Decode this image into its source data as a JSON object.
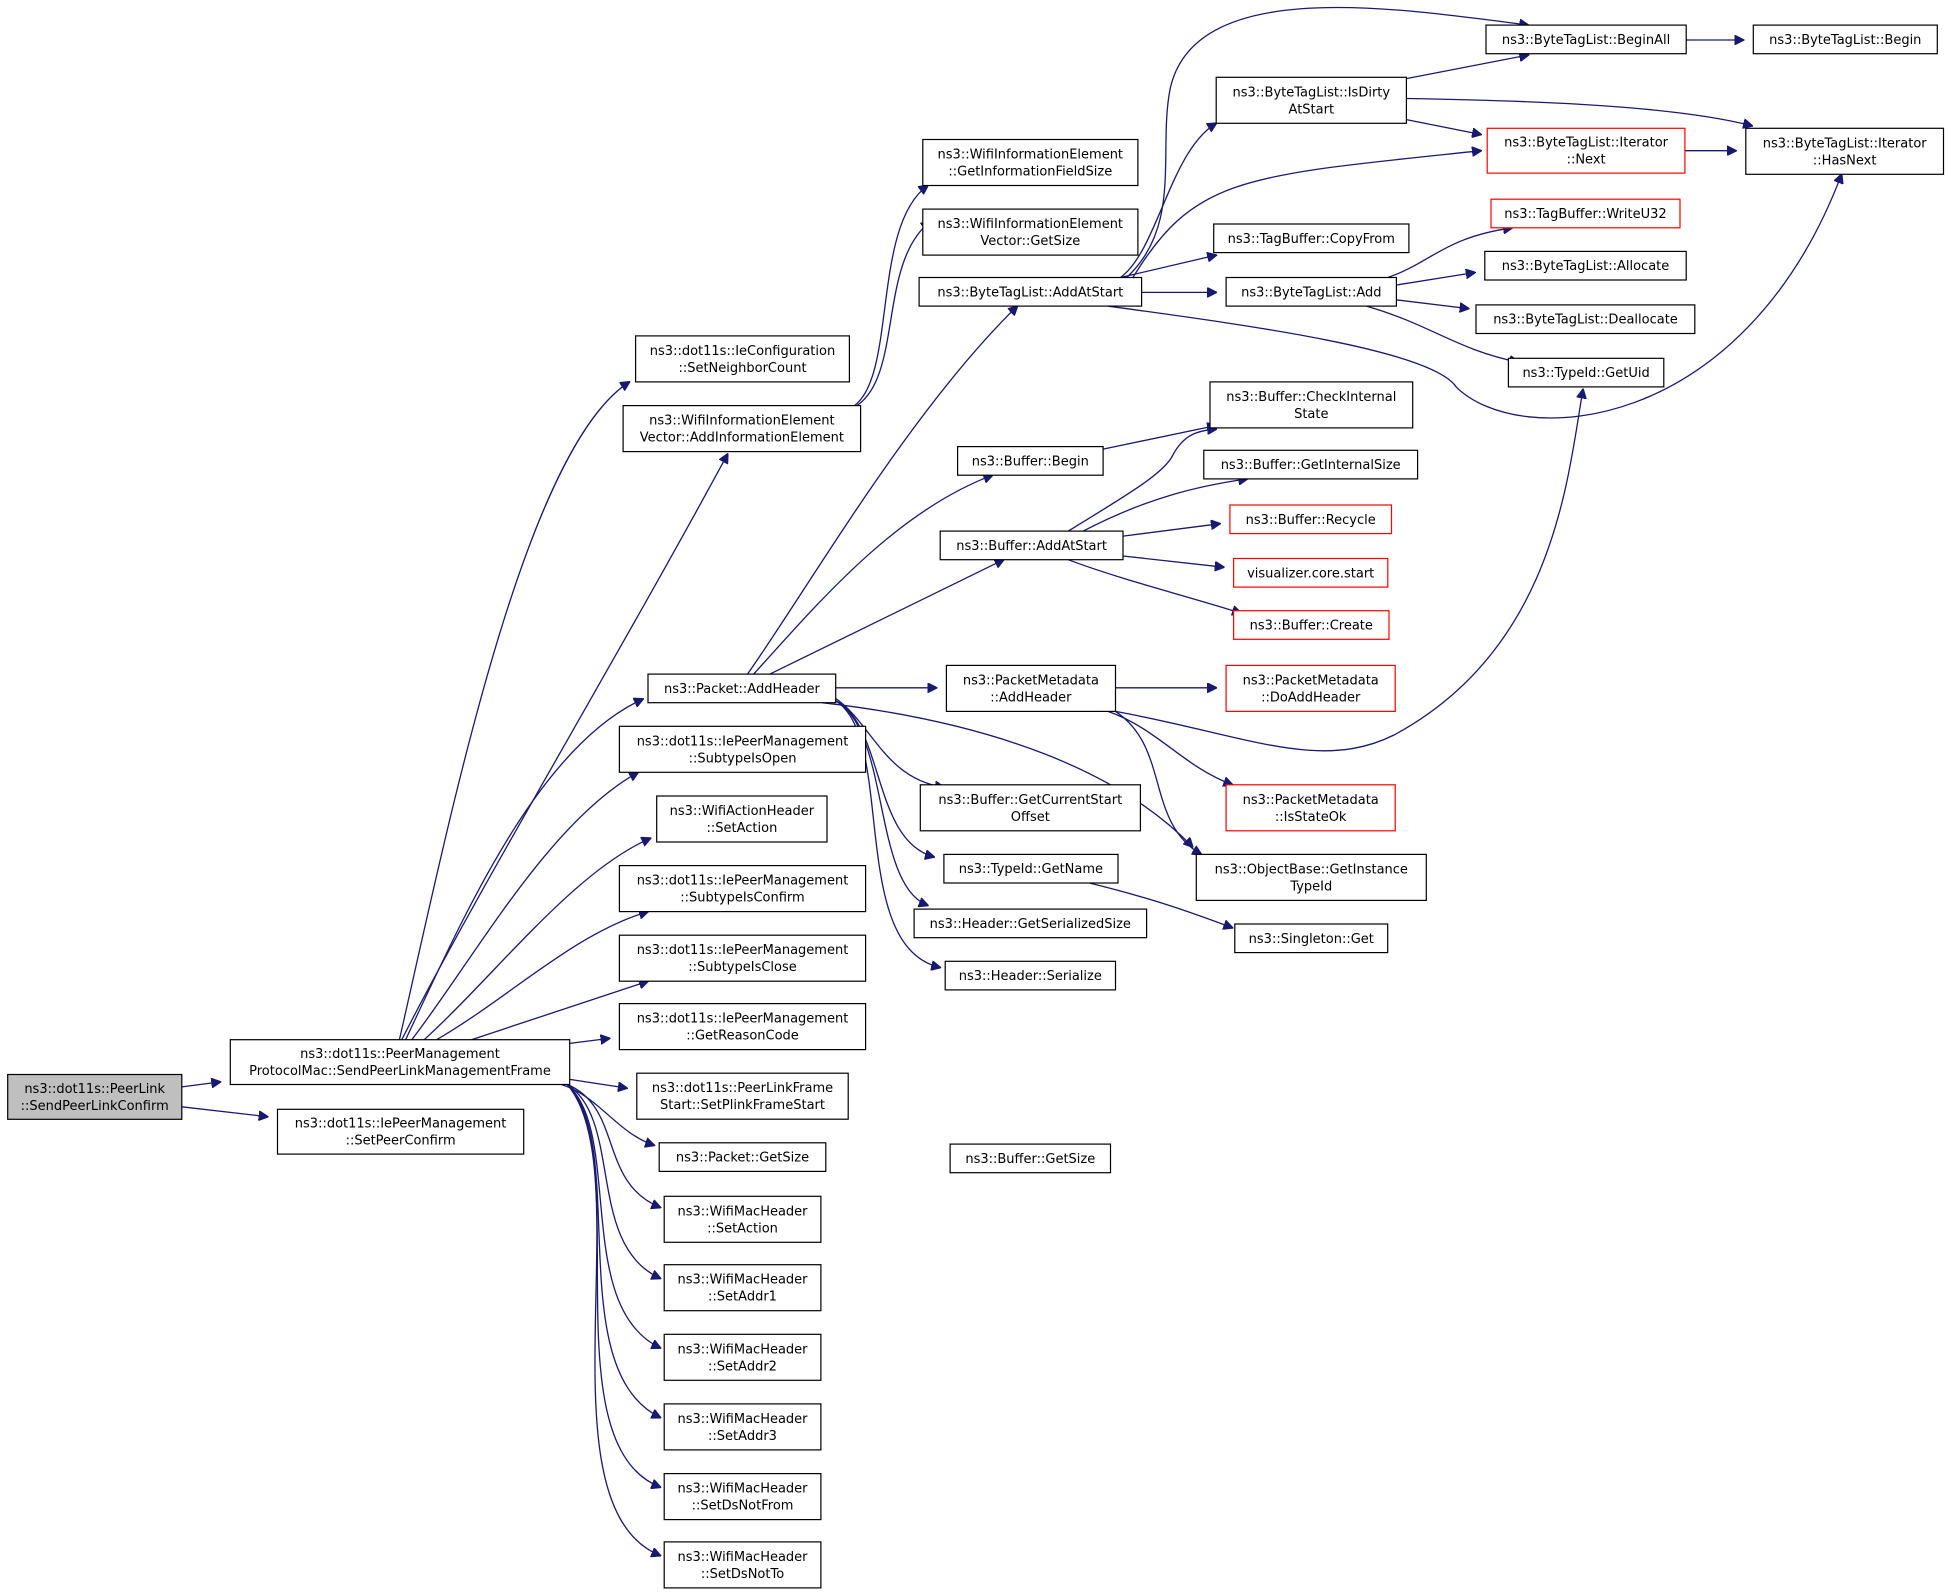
{
  "colors": {
    "edge": "#191970",
    "border": "#000000",
    "border_incomplete": "#ff0000",
    "root_fill": "#bfbfbf",
    "fill": "#ffffff"
  },
  "nodes": [
    {
      "id": "root",
      "lines": [
        "ns3::dot11s::PeerLink",
        "::SendPeerLinkConfirm"
      ],
      "style": "root"
    },
    {
      "id": "sendplmf",
      "lines": [
        "ns3::dot11s::PeerManagement",
        "ProtocolMac::SendPeerLinkManagementFrame"
      ],
      "style": "normal"
    },
    {
      "id": "setpeerconfirm",
      "lines": [
        "ns3::dot11s::IePeerManagement",
        "::SetPeerConfirm"
      ],
      "style": "normal"
    },
    {
      "id": "setneighborcount",
      "lines": [
        "ns3::dot11s::IeConfiguration",
        "::SetNeighborCount"
      ],
      "style": "normal"
    },
    {
      "id": "addinfoelem",
      "lines": [
        "ns3::WifiInformationElement",
        "Vector::AddInformationElement"
      ],
      "style": "normal"
    },
    {
      "id": "getinfofieldsize",
      "lines": [
        "ns3::WifiInformationElement",
        "::GetInformationFieldSize"
      ],
      "style": "normal"
    },
    {
      "id": "wievgetsize",
      "lines": [
        "ns3::WifiInformationElement",
        "Vector::GetSize"
      ],
      "style": "normal"
    },
    {
      "id": "addatstart_btl",
      "lines": [
        "ns3::ByteTagList::AddAtStart"
      ],
      "style": "normal"
    },
    {
      "id": "isdirty",
      "lines": [
        "ns3::ByteTagList::IsDirty",
        "AtStart"
      ],
      "style": "normal"
    },
    {
      "id": "beginall",
      "lines": [
        "ns3::ByteTagList::BeginAll"
      ],
      "style": "normal"
    },
    {
      "id": "btlbegin",
      "lines": [
        "ns3::ByteTagList::Begin"
      ],
      "style": "normal"
    },
    {
      "id": "itnext",
      "lines": [
        "ns3::ByteTagList::Iterator",
        "::Next"
      ],
      "style": "red"
    },
    {
      "id": "ithasnext",
      "lines": [
        "ns3::ByteTagList::Iterator",
        "::HasNext"
      ],
      "style": "normal"
    },
    {
      "id": "copyfrom",
      "lines": [
        "ns3::TagBuffer::CopyFrom"
      ],
      "style": "normal"
    },
    {
      "id": "btladd",
      "lines": [
        "ns3::ByteTagList::Add"
      ],
      "style": "normal"
    },
    {
      "id": "writeu32",
      "lines": [
        "ns3::TagBuffer::WriteU32"
      ],
      "style": "red"
    },
    {
      "id": "allocate",
      "lines": [
        "ns3::ByteTagList::Allocate"
      ],
      "style": "normal"
    },
    {
      "id": "deallocate",
      "lines": [
        "ns3::ByteTagList::Deallocate"
      ],
      "style": "normal"
    },
    {
      "id": "getuid",
      "lines": [
        "ns3::TypeId::GetUid"
      ],
      "style": "normal"
    },
    {
      "id": "checkinternal",
      "lines": [
        "ns3::Buffer::CheckInternal",
        "State"
      ],
      "style": "normal"
    },
    {
      "id": "bufbegin",
      "lines": [
        "ns3::Buffer::Begin"
      ],
      "style": "normal"
    },
    {
      "id": "getinternalsize",
      "lines": [
        "ns3::Buffer::GetInternalSize"
      ],
      "style": "normal"
    },
    {
      "id": "recycle",
      "lines": [
        "ns3::Buffer::Recycle"
      ],
      "style": "red"
    },
    {
      "id": "bufaddatstart",
      "lines": [
        "ns3::Buffer::AddAtStart"
      ],
      "style": "normal"
    },
    {
      "id": "vizstart",
      "lines": [
        "visualizer.core.start"
      ],
      "style": "red"
    },
    {
      "id": "bufcreate",
      "lines": [
        "ns3::Buffer::Create"
      ],
      "style": "red"
    },
    {
      "id": "pktaddheader",
      "lines": [
        "ns3::Packet::AddHeader"
      ],
      "style": "normal"
    },
    {
      "id": "pmaddheader",
      "lines": [
        "ns3::PacketMetadata",
        "::AddHeader"
      ],
      "style": "normal"
    },
    {
      "id": "doaddheader",
      "lines": [
        "ns3::PacketMetadata",
        "::DoAddHeader"
      ],
      "style": "red"
    },
    {
      "id": "isstateok",
      "lines": [
        "ns3::PacketMetadata",
        "::IsStateOk"
      ],
      "style": "red"
    },
    {
      "id": "getinstancetypeid",
      "lines": [
        "ns3::ObjectBase::GetInstance",
        "TypeId"
      ],
      "style": "normal"
    },
    {
      "id": "getcurrentstart",
      "lines": [
        "ns3::Buffer::GetCurrentStart",
        "Offset"
      ],
      "style": "normal"
    },
    {
      "id": "getname",
      "lines": [
        "ns3::TypeId::GetName"
      ],
      "style": "normal"
    },
    {
      "id": "singletonget",
      "lines": [
        "ns3::Singleton::Get"
      ],
      "style": "normal"
    },
    {
      "id": "getserializedsize",
      "lines": [
        "ns3::Header::GetSerializedSize"
      ],
      "style": "normal"
    },
    {
      "id": "serialize",
      "lines": [
        "ns3::Header::Serialize"
      ],
      "style": "normal"
    },
    {
      "id": "subtypeisopen",
      "lines": [
        "ns3::dot11s::IePeerManagement",
        "::SubtypeIsOpen"
      ],
      "style": "normal"
    },
    {
      "id": "wahsetaction",
      "lines": [
        "ns3::WifiActionHeader",
        "::SetAction"
      ],
      "style": "normal"
    },
    {
      "id": "subtypeisconfirm",
      "lines": [
        "ns3::dot11s::IePeerManagement",
        "::SubtypeIsConfirm"
      ],
      "style": "normal"
    },
    {
      "id": "subtypeisclose",
      "lines": [
        "ns3::dot11s::IePeerManagement",
        "::SubtypeIsClose"
      ],
      "style": "normal"
    },
    {
      "id": "getreasoncode",
      "lines": [
        "ns3::dot11s::IePeerManagement",
        "::GetReasonCode"
      ],
      "style": "normal"
    },
    {
      "id": "setplinkframestart",
      "lines": [
        "ns3::dot11s::PeerLinkFrame",
        "Start::SetPlinkFrameStart"
      ],
      "style": "normal"
    },
    {
      "id": "pktgetsize",
      "lines": [
        "ns3::Packet::GetSize"
      ],
      "style": "normal"
    },
    {
      "id": "bufgetsize",
      "lines": [
        "ns3::Buffer::GetSize"
      ],
      "style": "normal"
    },
    {
      "id": "wmhsetaction",
      "lines": [
        "ns3::WifiMacHeader",
        "::SetAction"
      ],
      "style": "normal"
    },
    {
      "id": "setaddr1",
      "lines": [
        "ns3::WifiMacHeader",
        "::SetAddr1"
      ],
      "style": "normal"
    },
    {
      "id": "setaddr2",
      "lines": [
        "ns3::WifiMacHeader",
        "::SetAddr2"
      ],
      "style": "normal"
    },
    {
      "id": "setaddr3",
      "lines": [
        "ns3::WifiMacHeader",
        "::SetAddr3"
      ],
      "style": "normal"
    },
    {
      "id": "setdsnotfrom",
      "lines": [
        "ns3::WifiMacHeader",
        "::SetDsNotFrom"
      ],
      "style": "normal"
    },
    {
      "id": "setdsnotto",
      "lines": [
        "ns3::WifiMacHeader",
        "::SetDsNotTo"
      ],
      "style": "normal"
    }
  ]
}
